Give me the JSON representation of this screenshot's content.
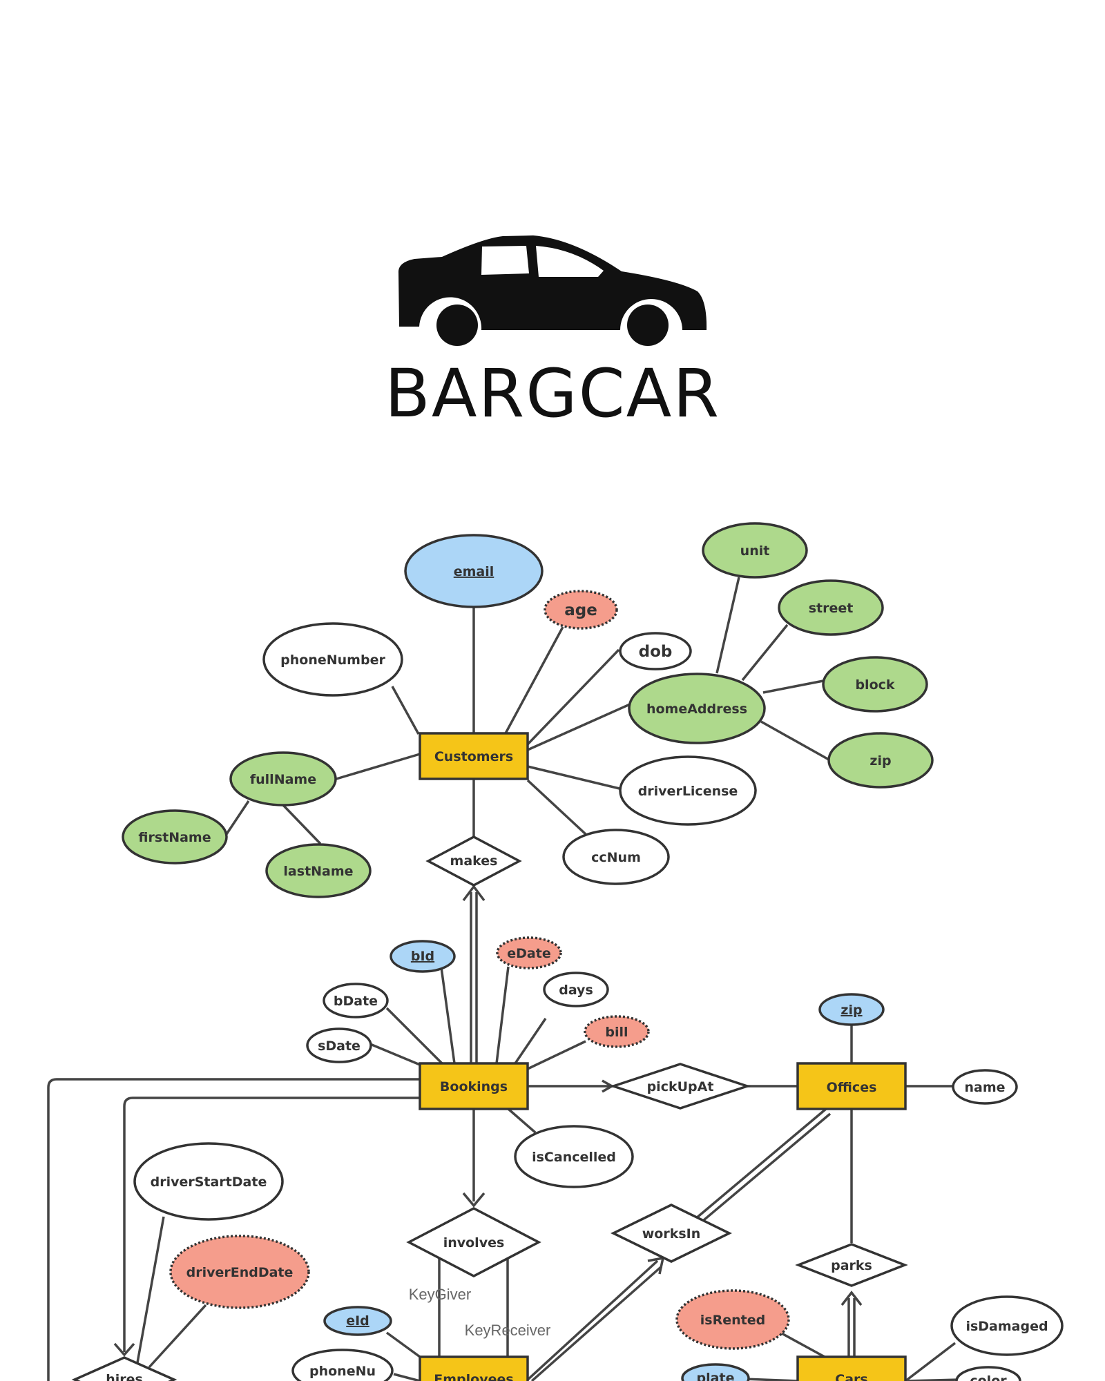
{
  "brand": {
    "name": "BARGCAR",
    "logo": "car-icon"
  },
  "colors": {
    "entity_fill": "#f5c518",
    "key_attr_fill": "#acd6f7",
    "composite_attr_fill": "#aed98c",
    "derived_attr_fill": "#f59d8c",
    "plain_attr_fill": "#ffffff",
    "stroke": "#333333"
  },
  "entities": {
    "customers": "Customers",
    "bookings": "Bookings",
    "offices": "Offices",
    "employees": "Employees",
    "cars": "Cars"
  },
  "relationships": {
    "makes": "makes",
    "pickUpAt": "pickUpAt",
    "involves": "involves",
    "worksIn": "worksIn",
    "parks": "parks",
    "hires": "hires"
  },
  "attributes": {
    "email": "email",
    "age": "age",
    "phoneNumber": "phoneNumber",
    "dob": "dob",
    "homeAddress": "homeAddress",
    "unit": "unit",
    "street": "street",
    "block": "block",
    "zip": "zip",
    "fullName": "fullName",
    "firstName": "firstName",
    "lastName": "lastName",
    "driverLicense": "driverLicense",
    "ccNum": "ccNum",
    "bId": "bId",
    "eDate": "eDate",
    "bDate": "bDate",
    "days": "days",
    "sDate": "sDate",
    "bill": "bill",
    "isCancelled": "isCancelled",
    "officeZip": "zip",
    "officeName": "name",
    "driverStartDate": "driverStartDate",
    "driverEndDate": "driverEndDate",
    "eId": "eId",
    "phoneNu": "phoneNu",
    "isRented": "isRented",
    "isDamaged": "isDamaged",
    "plate": "plate",
    "color": "color"
  },
  "roles": {
    "keyGiver": "KeyGiver",
    "keyReceiver": "KeyReceiver"
  }
}
